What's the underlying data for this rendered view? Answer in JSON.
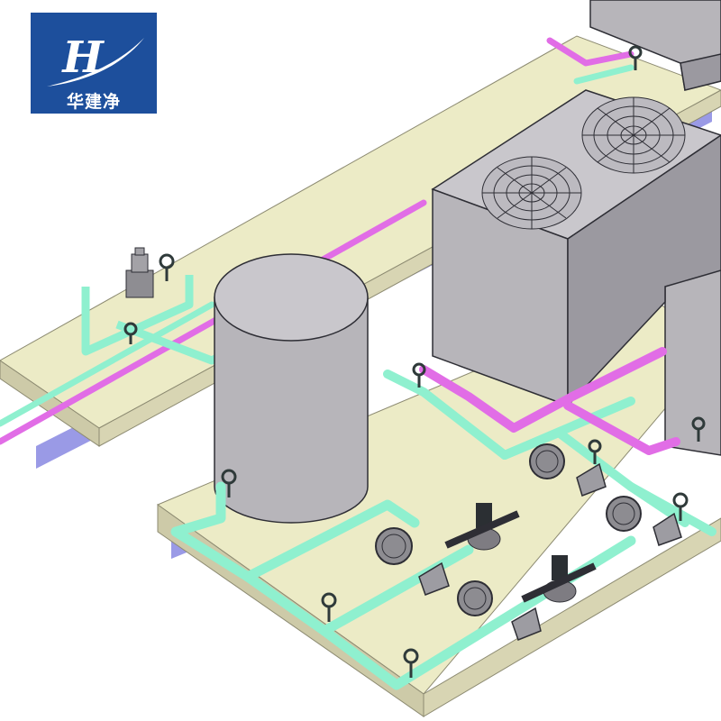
{
  "brand": {
    "name": "华建净",
    "mark_letters": "H",
    "background_color": "#1d4f9c",
    "swoosh_color": "#ffffff"
  },
  "colors": {
    "background": "#ffffff",
    "platform_top": "#ecebc6",
    "platform_side": "#cdcaa8",
    "platform_shadow": "#9a9ae6",
    "equipment_front": "#b7b5ba",
    "equipment_side": "#9b99a0",
    "equipment_top": "#c9c7cc",
    "equipment_outline": "#2e2e35",
    "pipe_supply": "#e16de6",
    "pipe_return": "#8ff0cf",
    "valve_handle": "#2f3a3a",
    "pump_motor": "#2b2f33"
  },
  "components": [
    {
      "kind": "platform",
      "name": "upper-platform"
    },
    {
      "kind": "platform",
      "name": "lower-platform"
    },
    {
      "kind": "tank",
      "name": "water-storage-tank",
      "shape": "vertical-cylinder"
    },
    {
      "kind": "unit",
      "name": "heat-pump-unit",
      "fans": 2,
      "fan_icon": "fan-grille-icon"
    },
    {
      "kind": "unit",
      "name": "heat-pump-unit-right"
    },
    {
      "kind": "unit",
      "name": "heat-pump-unit-top"
    },
    {
      "kind": "pump",
      "name": "circulation-pump",
      "count": 2,
      "icon": "pump-motor-icon"
    },
    {
      "kind": "gauge",
      "name": "pressure-gauge",
      "count": 4,
      "icon": "gauge-icon"
    },
    {
      "kind": "valve",
      "name": "gate-valve",
      "icon": "valve-handwheel-icon"
    },
    {
      "kind": "valve",
      "name": "pressure-reducing-valve",
      "icon": "pressure-valve-icon"
    },
    {
      "kind": "filter",
      "name": "y-strainer",
      "icon": "strainer-icon"
    },
    {
      "kind": "pipe",
      "name": "supply-pipe",
      "color_key": "pipe_supply"
    },
    {
      "kind": "pipe",
      "name": "return-pipe",
      "color_key": "pipe_return"
    }
  ]
}
